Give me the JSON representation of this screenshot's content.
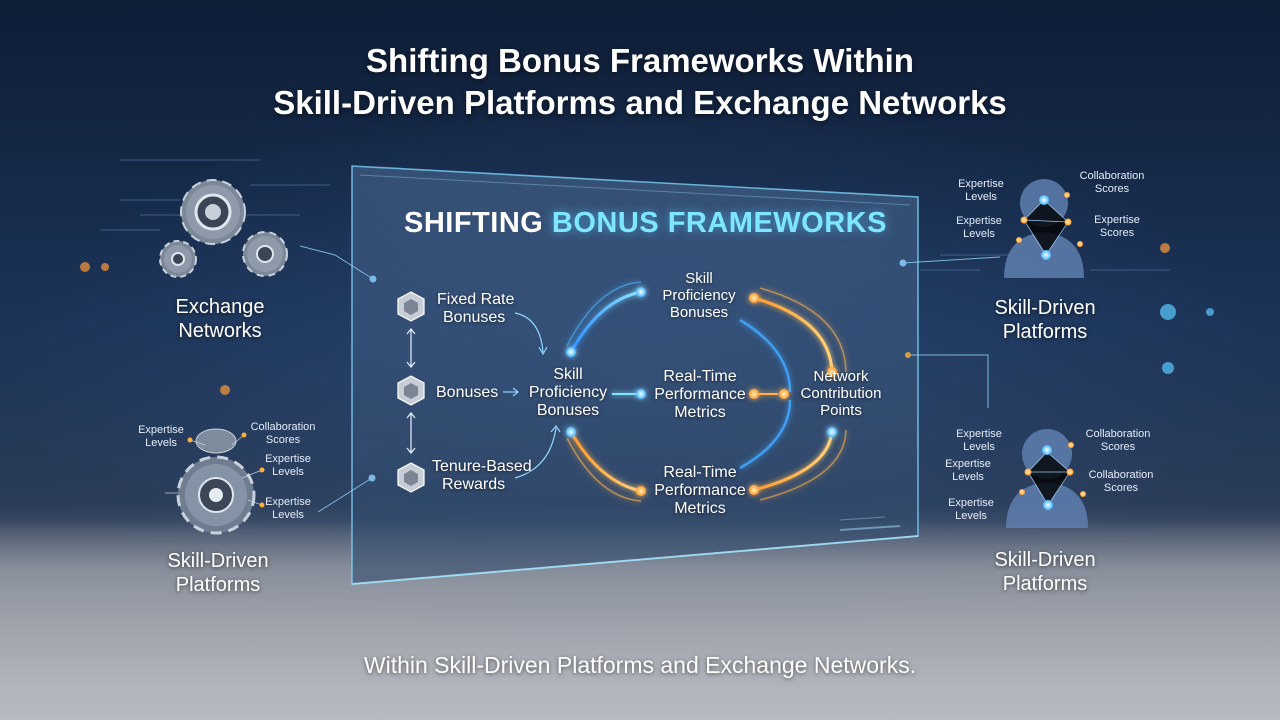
{
  "title": {
    "line1": "Shifting Bonus Frameworks Within",
    "line2": "Skill-Driven Platforms and Exchange Networks"
  },
  "caption": "Within Skill-Driven Platforms and Exchange Networks.",
  "panel": {
    "title_part1": "SHIFTING",
    "title_part2": "BONUS FRAMEWORKS",
    "left_column": {
      "fixed": [
        "Fixed Rate",
        "Bonuses"
      ],
      "bonuses": "Bonuses",
      "tenure": [
        "Tenure-Based",
        "Rewards"
      ]
    },
    "center_hub": [
      "Skill",
      "Proficiency",
      "Bonuses"
    ],
    "top_node": [
      "Skill",
      "Proficiency",
      "Bonuses"
    ],
    "middle_node": [
      "Real-Time",
      "Performance",
      "Metrics"
    ],
    "bottom_node": [
      "Real-Time",
      "Performance",
      "Metrics"
    ],
    "right_node": [
      "Network",
      "Contribution",
      "Points"
    ]
  },
  "left_top": {
    "label": [
      "Exchange",
      "Networks"
    ],
    "icon": "gears-icon"
  },
  "left_bottom": {
    "label": [
      "Skill-Driven",
      "Platforms"
    ],
    "icon": "gear-brain-icon",
    "annotations": {
      "a1": [
        "Expertise",
        "Levels"
      ],
      "a2": [
        "Collaboration",
        "Scores"
      ],
      "a3": [
        "Expertise",
        "Levels"
      ],
      "a4": [
        "Expertise",
        "Levels"
      ]
    }
  },
  "right_top": {
    "label": [
      "Skill-Driven",
      "Platforms"
    ],
    "icon": "person-network-icon",
    "annotations": {
      "a1": [
        "Expertise",
        "Levels"
      ],
      "a2": [
        "Collaboration",
        "Scores"
      ],
      "a3": [
        "Expertise",
        "Levels"
      ],
      "a4": [
        "Expertise",
        "Scores"
      ]
    }
  },
  "right_bottom": {
    "label": [
      "Skill-Driven",
      "Platforms"
    ],
    "icon": "person-network-icon",
    "annotations": {
      "a1": [
        "Expertise",
        "Levels"
      ],
      "a2": [
        "Collaboration",
        "Scores"
      ],
      "a3": [
        "Expertise",
        "Levels"
      ],
      "a4": [
        "Collaboration",
        "Scores"
      ],
      "a5": [
        "Expertise",
        "Levels"
      ]
    }
  },
  "colors": {
    "cyan": "#4fd2ff",
    "orange": "#ffae3c",
    "panel_edge": "#7fd8ff"
  }
}
